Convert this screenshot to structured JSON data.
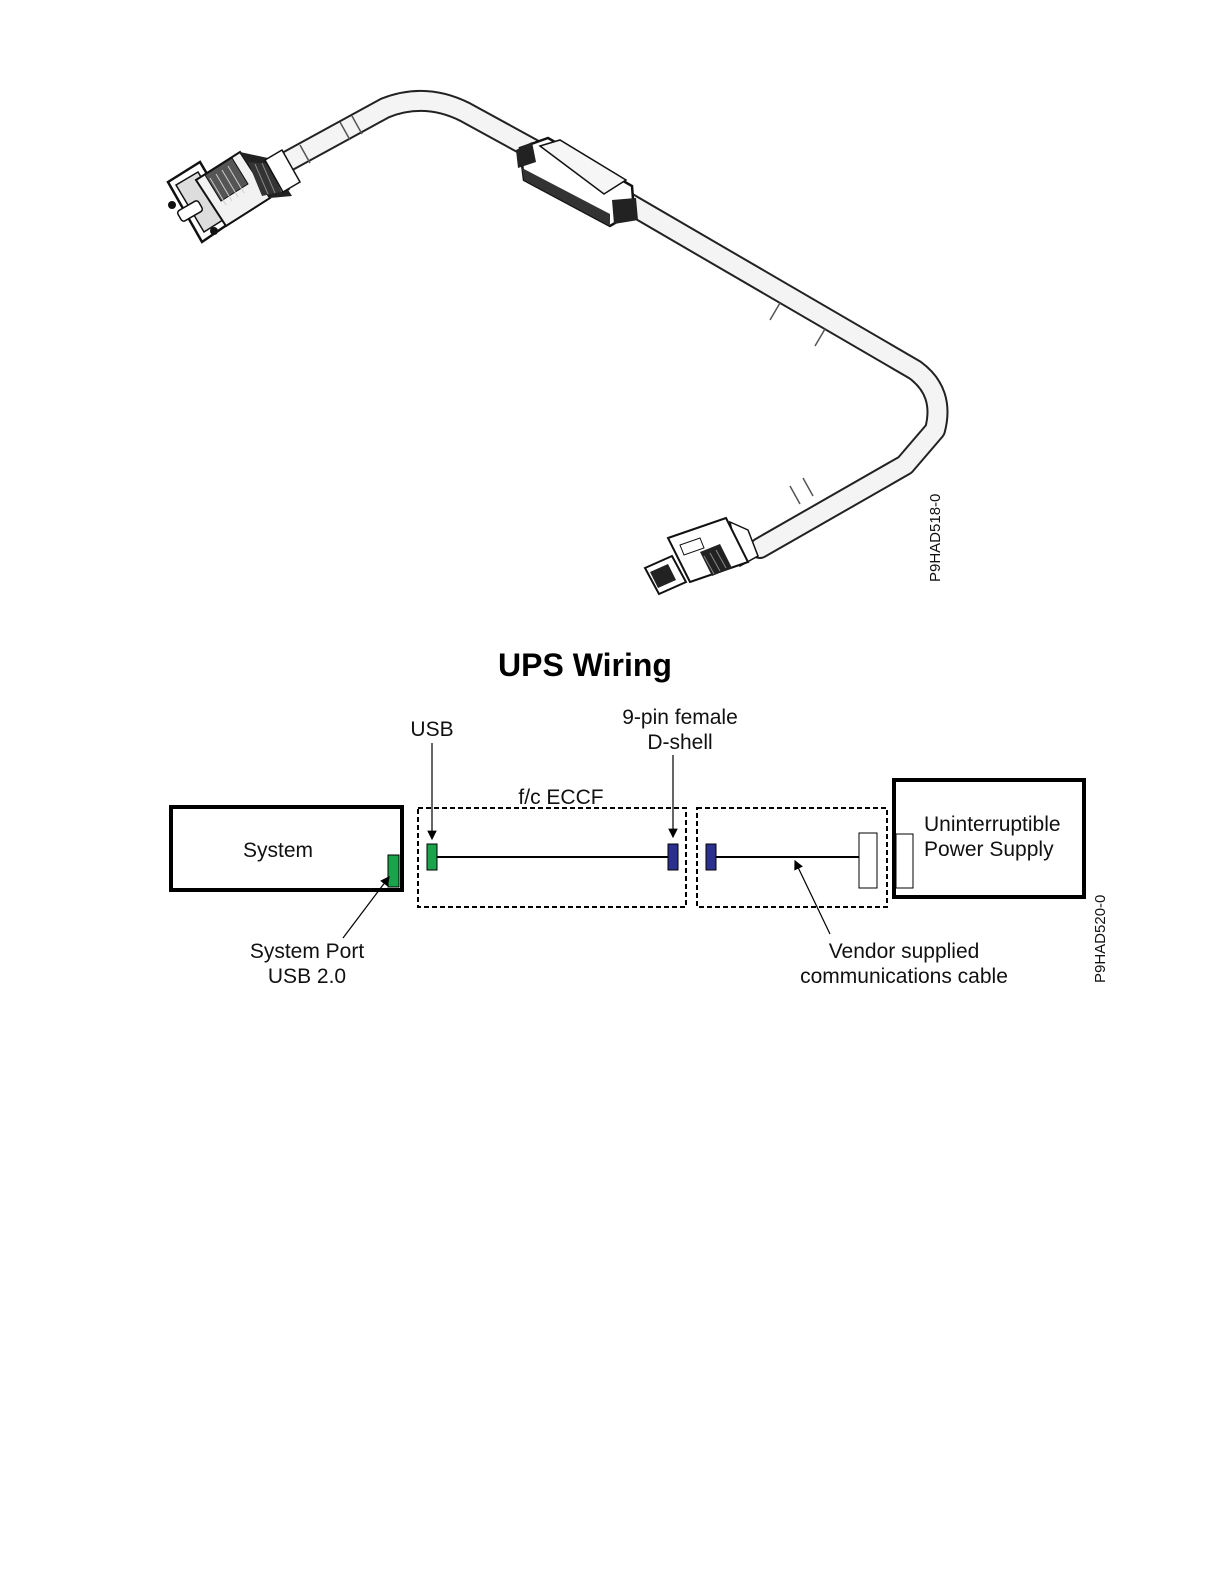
{
  "figure1": {
    "id_label": "P9HAD518-0",
    "icons": [
      "db9-connector-icon",
      "converter-module-icon",
      "usb-plug-icon"
    ]
  },
  "figure2": {
    "title": "UPS Wiring",
    "labels": {
      "usb": "USB",
      "dshell_line1": "9-pin female",
      "dshell_line2": "D-shell",
      "cable_name": "f/c ECCF",
      "system": "System",
      "ups_line1": "Uninterruptible",
      "ups_line2": "Power Supply",
      "port_line1": "System Port",
      "port_line2": "USB 2.0",
      "vendor_line1": "Vendor supplied",
      "vendor_line2": "communications cable"
    },
    "id_label": "P9HAD520-0",
    "colors": {
      "usb_connector": "#1aa34a",
      "dshell_connector": "#2b2f8f"
    }
  }
}
